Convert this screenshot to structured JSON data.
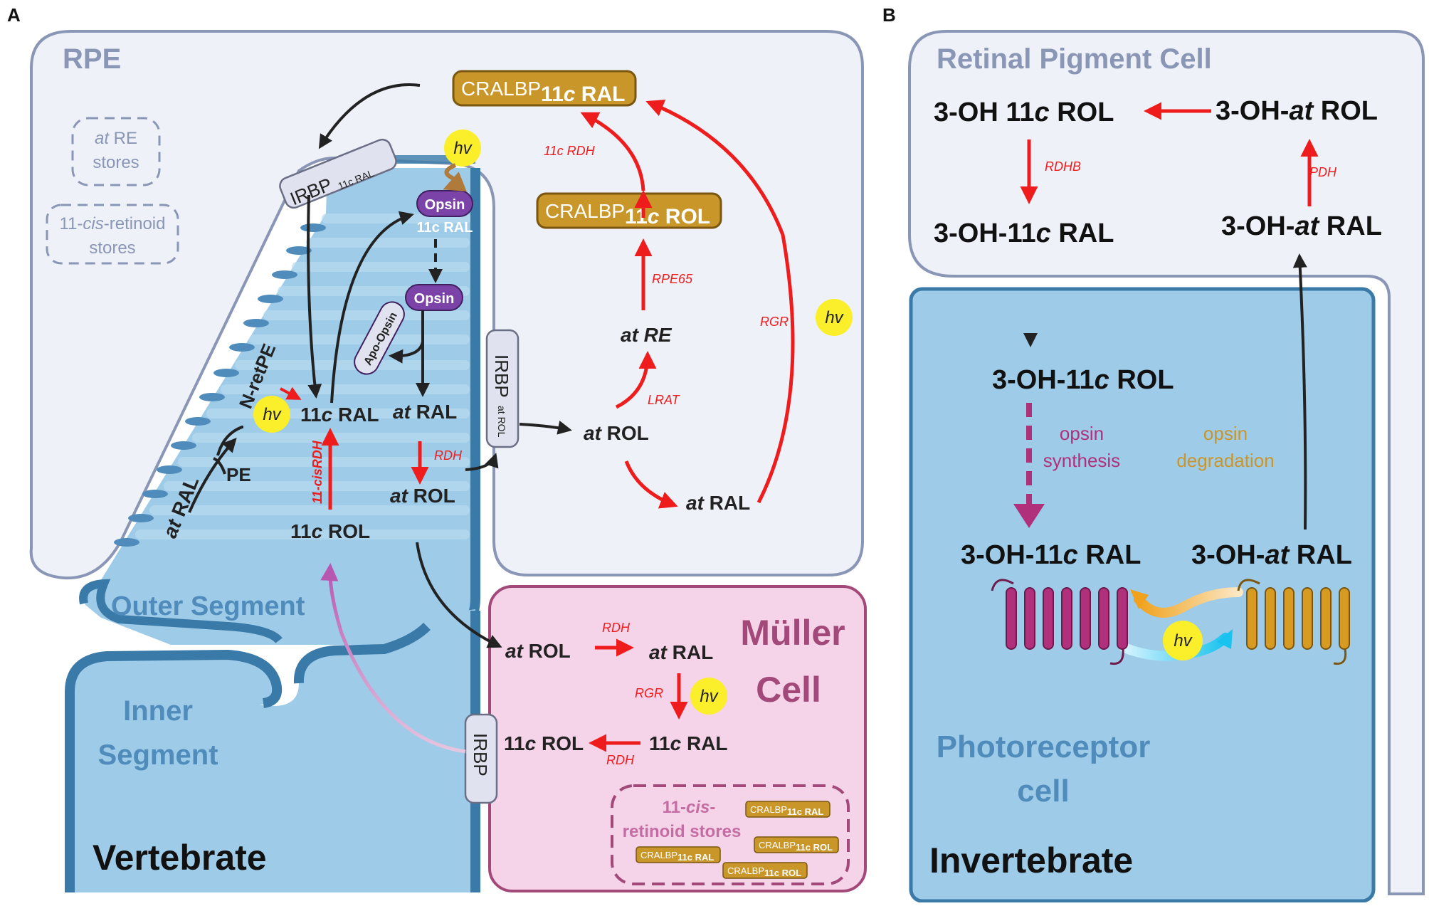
{
  "panels": {
    "a_letter": "A",
    "b_letter": "B"
  },
  "vertebrate": {
    "rpe_label": "RPE",
    "at_re_stores": [
      "at",
      " RE",
      "stores"
    ],
    "cis_stores": [
      "11-",
      "cis",
      "-retinoid",
      "stores"
    ],
    "outer_segment": "Outer Segment",
    "inner_segment": [
      "Inner",
      "Segment"
    ],
    "vertebrate_label": "Vertebrate",
    "hv": "hv",
    "irbp": "IRBP",
    "irbp_sub_11c": "11c RAL",
    "irbp_sub_at": "at ROL",
    "opsin": "Opsin",
    "opsin_11c": "11c RAL",
    "apo_opsin": "Apo-Opsin",
    "n_ret_pe": "N-retPE",
    "pe": "PE",
    "at_ral_rot": [
      "at",
      " RAL"
    ],
    "c11_ral": [
      "11",
      "c",
      " RAL"
    ],
    "c11_rol": [
      "11",
      "c",
      " ROL"
    ],
    "at_ral": [
      "at",
      " RAL"
    ],
    "at_rol": [
      "at",
      " ROL"
    ],
    "rdh": "RDH",
    "cis_rdh": "11-cisRDH",
    "at_re": [
      "at",
      " RE"
    ],
    "lrat": "LRAT",
    "rpe65": "RPE65",
    "rgr": "RGR",
    "c11_rdh": "11c RDH",
    "cralbp": "CRALBP",
    "cralbp_sub_ral": [
      "11",
      "c",
      " RAL"
    ],
    "cralbp_sub_rol": [
      "11",
      "c",
      " ROL"
    ]
  },
  "muller": {
    "title": [
      "Müller",
      "Cell"
    ],
    "at_rol": [
      "at",
      " ROL"
    ],
    "at_ral": [
      "at",
      " RAL"
    ],
    "c11_ral": [
      "11",
      "c",
      " RAL"
    ],
    "c11_rol": [
      "11",
      "c",
      " ROL"
    ],
    "rdh": "RDH",
    "rgr": "RGR",
    "stores": [
      "11-",
      "cis",
      "-",
      "retinoid stores"
    ],
    "cralbp_tags": [
      "CRALBP",
      "11c RAL",
      "11c ROL"
    ]
  },
  "invertebrate": {
    "rpc_label": "Retinal Pigment Cell",
    "oh_11c_rol": [
      "3-OH 11",
      "c",
      " ROL"
    ],
    "oh_at_rol": [
      "3-OH-",
      "at",
      " ROL"
    ],
    "oh_11c_ral": [
      "3-OH-11",
      "c",
      " RAL"
    ],
    "oh_at_ral": [
      "3-OH-",
      "at",
      " RAL"
    ],
    "rdhb": "RDHB",
    "pdh": "PDH",
    "oh_11c_rol_pr": [
      "3-OH-11",
      "c",
      " ROL"
    ],
    "opsin_synthesis": [
      "opsin",
      "synthesis"
    ],
    "opsin_degradation": [
      "opsin",
      "degradation"
    ],
    "oh_11c_ral_pr": [
      "3-OH-11",
      "c",
      " RAL"
    ],
    "oh_at_ral_pr": [
      "3-OH-",
      "at",
      " RAL"
    ],
    "photoreceptor": [
      "Photoreceptor",
      "cell"
    ],
    "invertebrate_label": "Invertebrate"
  },
  "colors": {
    "rpe_fill": "#eef1f8",
    "rpe_stroke": "#8a96b6",
    "segment_fill": "#9ecbe8",
    "segment_stroke": "#3a7aa8",
    "muller_fill": "#f5d3e8",
    "muller_stroke": "#a3497a",
    "red": "#ee1c1c",
    "gold": "#c9962a",
    "opsin_purple": "#7b43a8",
    "magenta": "#b0307c",
    "hv_yellow": "#fbee2a"
  }
}
